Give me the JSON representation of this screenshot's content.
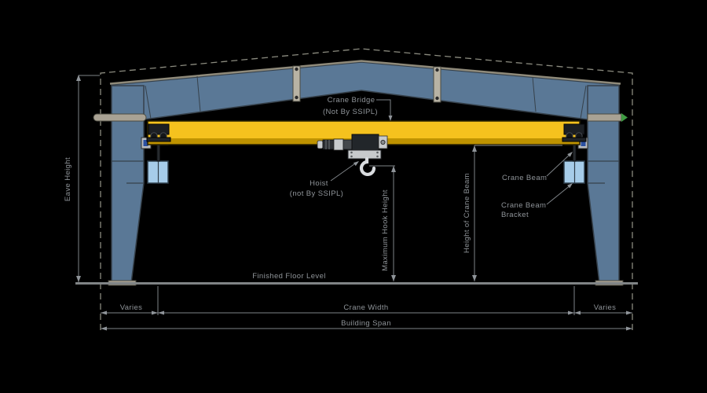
{
  "diagram": {
    "type": "engineering-cross-section",
    "subject": "Pre-engineered steel building section with single girder overhead crane",
    "colors": {
      "background": "#000000",
      "steel_blue": "#5a7896",
      "steel_outline": "#36414b",
      "crane_bridge_yellow": "#f5c21e",
      "crane_bridge_yellow_dark": "#bf9300",
      "bracket_light_blue": "#a6cce9",
      "hardware_gray": "#a9a294",
      "dimension_gray": "#7e8387",
      "text_gray": "#8f9499",
      "accent_green": "#3f9b43",
      "end_stop_blue": "#2b50a1"
    },
    "labels": {
      "crane_bridge": {
        "line1": "Crane Bridge",
        "line2": "(Not By SSIPL)"
      },
      "hoist": {
        "line1": "Hoist",
        "line2": "(not By SSIPL)"
      },
      "max_hook_height": "Maximum Hook Height",
      "height_of_crane_beam": "Height of Crane Beam",
      "crane_beam": "Crane Beam",
      "crane_beam_bracket": {
        "line1": "Crane Beam",
        "line2": "Bracket"
      },
      "finished_floor_level": "Finished Floor Level",
      "eave_height": "Eave Height",
      "varies_left": "Varies",
      "varies_right": "Varies",
      "crane_width": "Crane Width",
      "building_span": "Building Span"
    }
  }
}
